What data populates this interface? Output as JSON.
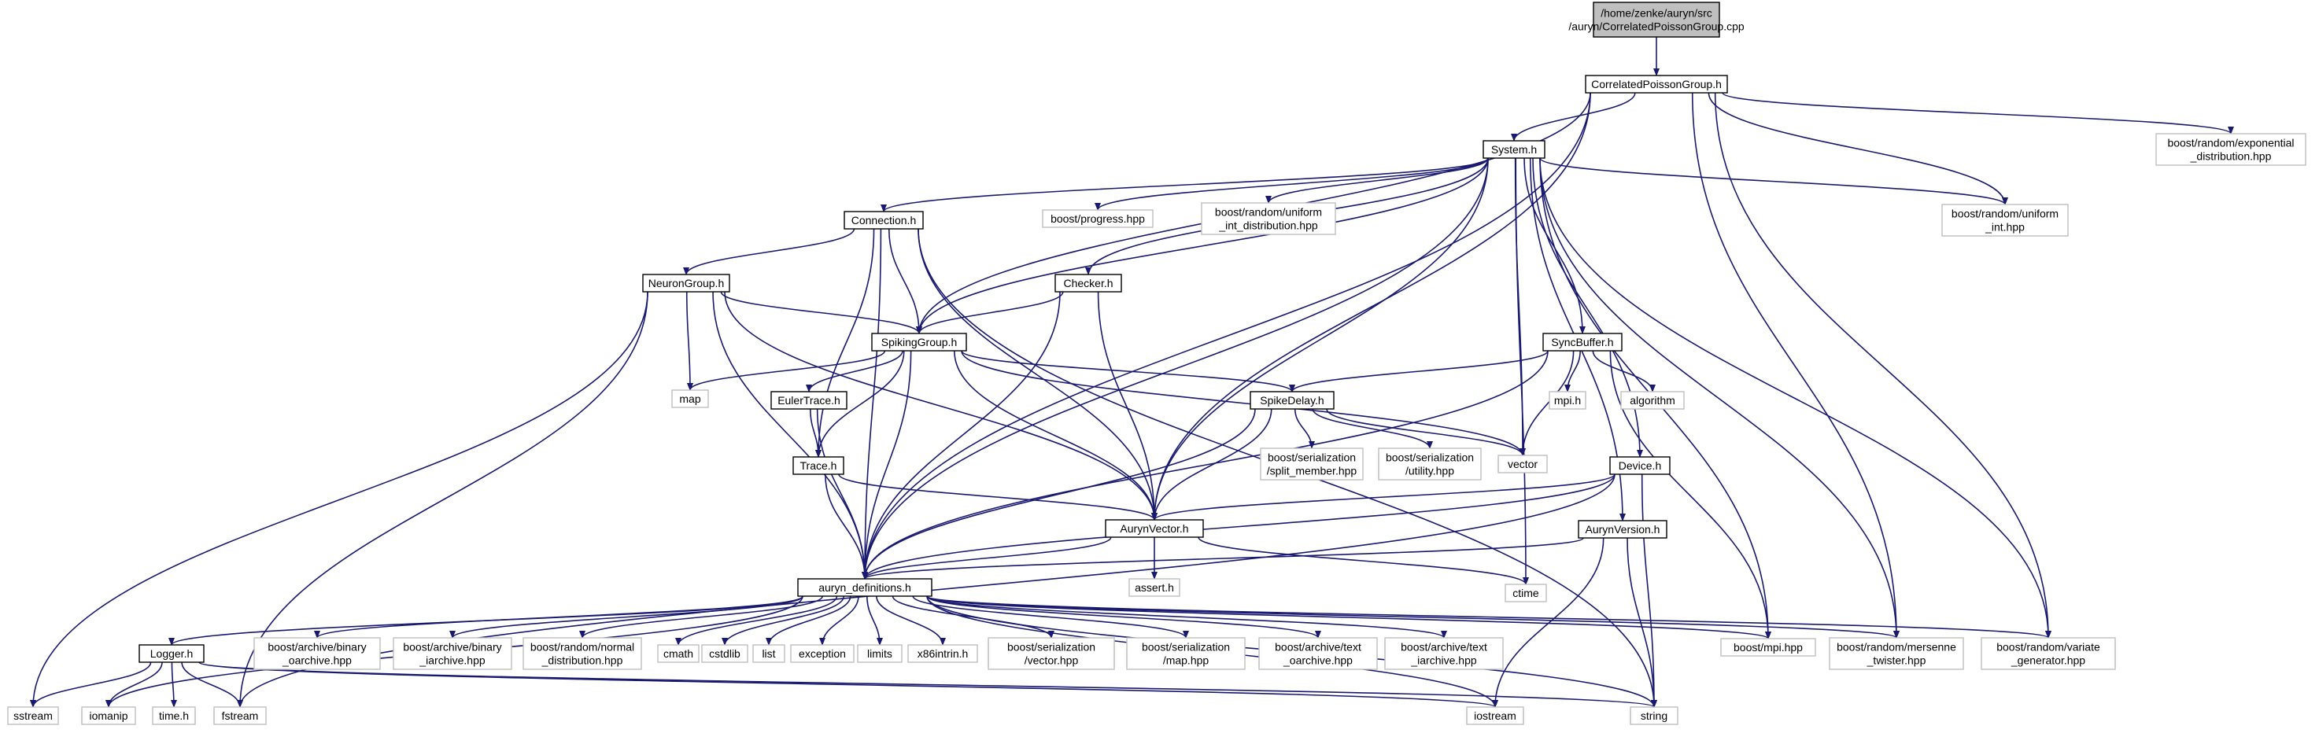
{
  "title": "",
  "nodes": [
    {
      "id": "root",
      "lines": [
        "/home/zenke/auryn/src",
        "/auryn/CorrelatedPoissonGroup.cpp"
      ],
      "style": "gray"
    },
    {
      "id": "cpg",
      "lines": [
        "CorrelatedPoissonGroup.h"
      ],
      "style": "black"
    },
    {
      "id": "expdist",
      "lines": [
        "boost/random/exponential",
        "_distribution.hpp"
      ],
      "style": "light"
    },
    {
      "id": "system",
      "lines": [
        "System.h"
      ],
      "style": "black"
    },
    {
      "id": "progress",
      "lines": [
        "boost/progress.hpp"
      ],
      "style": "light"
    },
    {
      "id": "uniintdist",
      "lines": [
        "boost/random/uniform",
        "_int_distribution.hpp"
      ],
      "style": "light"
    },
    {
      "id": "uniint",
      "lines": [
        "boost/random/uniform",
        "_int.hpp"
      ],
      "style": "light"
    },
    {
      "id": "connection",
      "lines": [
        "Connection.h"
      ],
      "style": "black"
    },
    {
      "id": "neurongroup",
      "lines": [
        "NeuronGroup.h"
      ],
      "style": "black"
    },
    {
      "id": "checker",
      "lines": [
        "Checker.h"
      ],
      "style": "black"
    },
    {
      "id": "spikinggroup",
      "lines": [
        "SpikingGroup.h"
      ],
      "style": "black"
    },
    {
      "id": "syncbuffer",
      "lines": [
        "SyncBuffer.h"
      ],
      "style": "black"
    },
    {
      "id": "map",
      "lines": [
        "map"
      ],
      "style": "light"
    },
    {
      "id": "eulertrace",
      "lines": [
        "EulerTrace.h"
      ],
      "style": "black"
    },
    {
      "id": "spikedelay",
      "lines": [
        "SpikeDelay.h"
      ],
      "style": "black"
    },
    {
      "id": "mpih",
      "lines": [
        "mpi.h"
      ],
      "style": "light"
    },
    {
      "id": "algorithm",
      "lines": [
        "algorithm"
      ],
      "style": "light"
    },
    {
      "id": "splitmember",
      "lines": [
        "boost/serialization",
        "/split_member.hpp"
      ],
      "style": "light"
    },
    {
      "id": "utility",
      "lines": [
        "boost/serialization",
        "/utility.hpp"
      ],
      "style": "light"
    },
    {
      "id": "vector",
      "lines": [
        "vector"
      ],
      "style": "light"
    },
    {
      "id": "device",
      "lines": [
        "Device.h"
      ],
      "style": "black"
    },
    {
      "id": "trace",
      "lines": [
        "Trace.h"
      ],
      "style": "black"
    },
    {
      "id": "aurynvector",
      "lines": [
        "AurynVector.h"
      ],
      "style": "black"
    },
    {
      "id": "aurynversion",
      "lines": [
        "AurynVersion.h"
      ],
      "style": "black"
    },
    {
      "id": "ctime",
      "lines": [
        "ctime"
      ],
      "style": "light"
    },
    {
      "id": "assert",
      "lines": [
        "assert.h"
      ],
      "style": "light"
    },
    {
      "id": "defs",
      "lines": [
        "auryn_definitions.h"
      ],
      "style": "black"
    },
    {
      "id": "logger",
      "lines": [
        "Logger.h"
      ],
      "style": "black"
    },
    {
      "id": "binoarch",
      "lines": [
        "boost/archive/binary",
        "_oarchive.hpp"
      ],
      "style": "light"
    },
    {
      "id": "biniarch",
      "lines": [
        "boost/archive/binary",
        "_iarchive.hpp"
      ],
      "style": "light"
    },
    {
      "id": "normdist",
      "lines": [
        "boost/random/normal",
        "_distribution.hpp"
      ],
      "style": "light"
    },
    {
      "id": "cmath",
      "lines": [
        "cmath"
      ],
      "style": "light"
    },
    {
      "id": "cstdlib",
      "lines": [
        "cstdlib"
      ],
      "style": "light"
    },
    {
      "id": "list",
      "lines": [
        "list"
      ],
      "style": "light"
    },
    {
      "id": "exception",
      "lines": [
        "exception"
      ],
      "style": "light"
    },
    {
      "id": "limits",
      "lines": [
        "limits"
      ],
      "style": "light"
    },
    {
      "id": "x86intrin",
      "lines": [
        "x86intrin.h"
      ],
      "style": "light"
    },
    {
      "id": "servector",
      "lines": [
        "boost/serialization",
        "/vector.hpp"
      ],
      "style": "light"
    },
    {
      "id": "sermap",
      "lines": [
        "boost/serialization",
        "/map.hpp"
      ],
      "style": "light"
    },
    {
      "id": "txtoarch",
      "lines": [
        "boost/archive/text",
        "_oarchive.hpp"
      ],
      "style": "light"
    },
    {
      "id": "txtiarch",
      "lines": [
        "boost/archive/text",
        "_iarchive.hpp"
      ],
      "style": "light"
    },
    {
      "id": "mpihpp",
      "lines": [
        "boost/mpi.hpp"
      ],
      "style": "light"
    },
    {
      "id": "mersenne",
      "lines": [
        "boost/random/mersenne",
        "_twister.hpp"
      ],
      "style": "light"
    },
    {
      "id": "variate",
      "lines": [
        "boost/random/variate",
        "_generator.hpp"
      ],
      "style": "light"
    },
    {
      "id": "sstream",
      "lines": [
        "sstream"
      ],
      "style": "light"
    },
    {
      "id": "iomanip",
      "lines": [
        "iomanip"
      ],
      "style": "light"
    },
    {
      "id": "timeh",
      "lines": [
        "time.h"
      ],
      "style": "light"
    },
    {
      "id": "fstream",
      "lines": [
        "fstream"
      ],
      "style": "light"
    },
    {
      "id": "iostream",
      "lines": [
        "iostream"
      ],
      "style": "light"
    },
    {
      "id": "string",
      "lines": [
        "string"
      ],
      "style": "light"
    }
  ],
  "edges": [
    [
      "root",
      "cpg"
    ],
    [
      "cpg",
      "system"
    ],
    [
      "cpg",
      "expdist"
    ],
    [
      "cpg",
      "uniint"
    ],
    [
      "cpg",
      "spikinggroup"
    ],
    [
      "cpg",
      "aurynvector"
    ],
    [
      "cpg",
      "defs"
    ],
    [
      "cpg",
      "mersenne"
    ],
    [
      "cpg",
      "variate"
    ],
    [
      "system",
      "progress"
    ],
    [
      "system",
      "uniintdist"
    ],
    [
      "system",
      "uniint"
    ],
    [
      "system",
      "connection"
    ],
    [
      "system",
      "checker"
    ],
    [
      "system",
      "spikinggroup"
    ],
    [
      "system",
      "syncbuffer"
    ],
    [
      "system",
      "vector"
    ],
    [
      "system",
      "device"
    ],
    [
      "system",
      "aurynvector"
    ],
    [
      "system",
      "aurynversion"
    ],
    [
      "system",
      "ctime"
    ],
    [
      "system",
      "defs"
    ],
    [
      "system",
      "mpihpp"
    ],
    [
      "system",
      "mersenne"
    ],
    [
      "system",
      "variate"
    ],
    [
      "connection",
      "neurongroup"
    ],
    [
      "connection",
      "spikinggroup"
    ],
    [
      "connection",
      "trace"
    ],
    [
      "connection",
      "aurynvector"
    ],
    [
      "connection",
      "defs"
    ],
    [
      "connection",
      "string"
    ],
    [
      "neurongroup",
      "spikinggroup"
    ],
    [
      "neurongroup",
      "map"
    ],
    [
      "neurongroup",
      "aurynvector"
    ],
    [
      "neurongroup",
      "defs"
    ],
    [
      "neurongroup",
      "sstream"
    ],
    [
      "neurongroup",
      "fstream"
    ],
    [
      "checker",
      "spikinggroup"
    ],
    [
      "checker",
      "aurynvector"
    ],
    [
      "checker",
      "defs"
    ],
    [
      "spikinggroup",
      "map"
    ],
    [
      "spikinggroup",
      "eulertrace"
    ],
    [
      "spikinggroup",
      "spikedelay"
    ],
    [
      "spikinggroup",
      "trace"
    ],
    [
      "spikinggroup",
      "aurynvector"
    ],
    [
      "spikinggroup",
      "defs"
    ],
    [
      "spikinggroup",
      "vector"
    ],
    [
      "syncbuffer",
      "spikedelay"
    ],
    [
      "syncbuffer",
      "mpih"
    ],
    [
      "syncbuffer",
      "algorithm"
    ],
    [
      "syncbuffer",
      "vector"
    ],
    [
      "syncbuffer",
      "defs"
    ],
    [
      "syncbuffer",
      "mpihpp"
    ],
    [
      "eulertrace",
      "trace"
    ],
    [
      "eulertrace",
      "defs"
    ],
    [
      "spikedelay",
      "splitmember"
    ],
    [
      "spikedelay",
      "utility"
    ],
    [
      "spikedelay",
      "vector"
    ],
    [
      "spikedelay",
      "aurynvector"
    ],
    [
      "spikedelay",
      "defs"
    ],
    [
      "device",
      "aurynvector"
    ],
    [
      "device",
      "defs"
    ],
    [
      "device",
      "string"
    ],
    [
      "device",
      "fstream"
    ],
    [
      "trace",
      "aurynvector"
    ],
    [
      "trace",
      "defs"
    ],
    [
      "aurynvector",
      "assert"
    ],
    [
      "aurynvector",
      "ctime"
    ],
    [
      "aurynvector",
      "defs"
    ],
    [
      "aurynversion",
      "defs"
    ],
    [
      "aurynversion",
      "string"
    ],
    [
      "aurynversion",
      "iostream"
    ],
    [
      "defs",
      "logger"
    ],
    [
      "defs",
      "binoarch"
    ],
    [
      "defs",
      "biniarch"
    ],
    [
      "defs",
      "normdist"
    ],
    [
      "defs",
      "cmath"
    ],
    [
      "defs",
      "cstdlib"
    ],
    [
      "defs",
      "list"
    ],
    [
      "defs",
      "exception"
    ],
    [
      "defs",
      "limits"
    ],
    [
      "defs",
      "x86intrin"
    ],
    [
      "defs",
      "servector"
    ],
    [
      "defs",
      "sermap"
    ],
    [
      "defs",
      "txtoarch"
    ],
    [
      "defs",
      "txtiarch"
    ],
    [
      "defs",
      "mpihpp"
    ],
    [
      "defs",
      "mersenne"
    ],
    [
      "defs",
      "variate"
    ],
    [
      "defs",
      "iomanip"
    ],
    [
      "defs",
      "iostream"
    ],
    [
      "defs",
      "string"
    ],
    [
      "logger",
      "sstream"
    ],
    [
      "logger",
      "iomanip"
    ],
    [
      "logger",
      "timeh"
    ],
    [
      "logger",
      "fstream"
    ],
    [
      "logger",
      "iostream"
    ],
    [
      "logger",
      "string"
    ]
  ]
}
